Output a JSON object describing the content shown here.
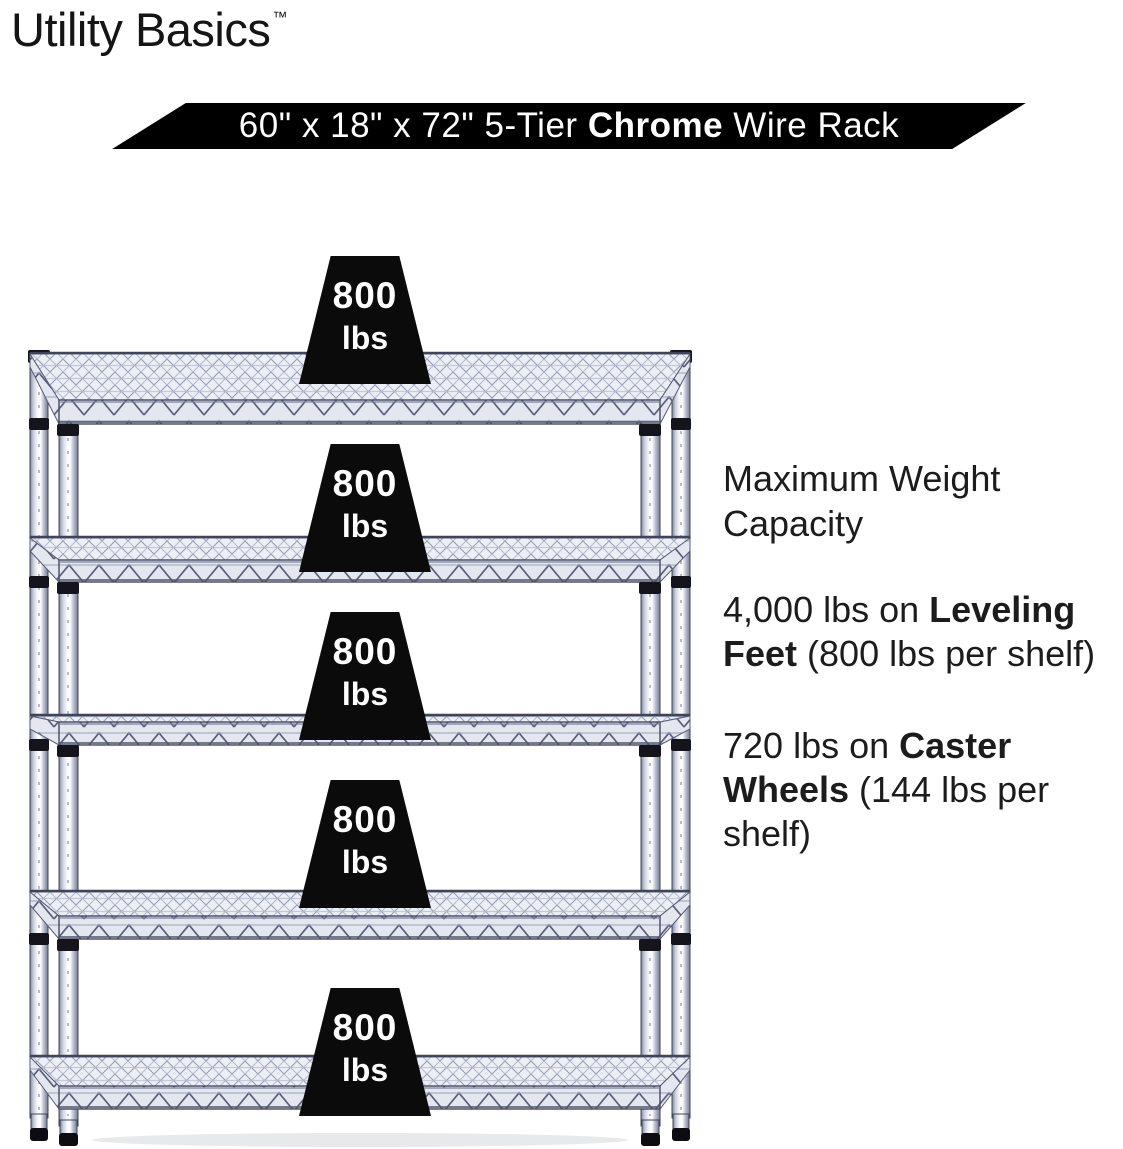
{
  "brand": {
    "name": "Utility Basics",
    "trademark": "™"
  },
  "banner": {
    "prefix": "60\" x 18\" x 72\" 5-Tier ",
    "highlight": "Chrome",
    "suffix": " Wire Rack",
    "bg": "#000000",
    "fg": "#ffffff"
  },
  "rack": {
    "tier_count": 5
  },
  "weights": [
    {
      "value": "800",
      "unit": "lbs"
    },
    {
      "value": "800",
      "unit": "lbs"
    },
    {
      "value": "800",
      "unit": "lbs"
    },
    {
      "value": "800",
      "unit": "lbs"
    },
    {
      "value": "800",
      "unit": "lbs"
    }
  ],
  "capacity": {
    "heading": "Maximum Weight Capacity",
    "leveling_prefix": "4,000 lbs on ",
    "leveling_bold": "Leveling Feet",
    "leveling_suffix": " (800 lbs per shelf)",
    "caster_prefix": "720 lbs on ",
    "caster_bold": "Caster Wheels",
    "caster_suffix": " (144 lbs per shelf)"
  },
  "colors": {
    "weight_badge": "#0b0b0b",
    "weight_text": "#ffffff",
    "banner_bg": "#000000",
    "text": "#1c1c1c",
    "chrome_light": "#f8f9fc",
    "chrome_dark": "#81889c",
    "wire": "#989eb4"
  }
}
